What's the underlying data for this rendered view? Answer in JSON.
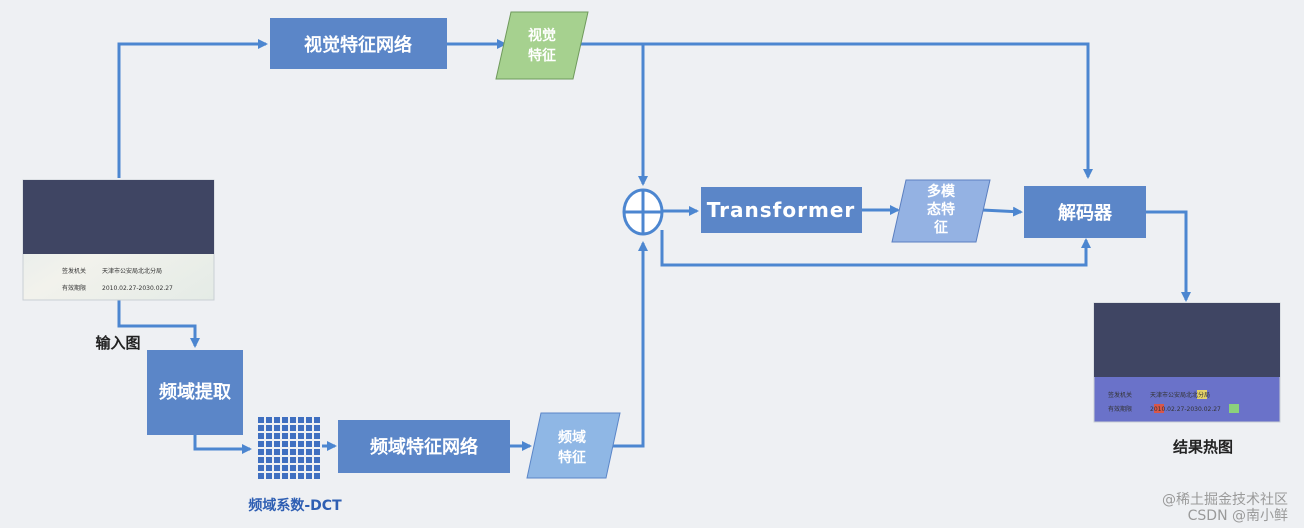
{
  "nodes": {
    "visual_net": "视觉特征网络",
    "visual_feat": [
      "视觉",
      "特征"
    ],
    "transformer": "Transformer",
    "multimodal_feat": [
      "多模",
      "态特",
      "征"
    ],
    "decoder": "解码器",
    "freq_extract": "频域提取",
    "freq_net": "频域特征网络",
    "freq_feat": [
      "频域",
      "特征"
    ]
  },
  "labels": {
    "input_image": "输入图",
    "dct": "频域系数-DCT",
    "result_heatmap": "结果热图"
  },
  "id_card": {
    "row1_label": "签发机关",
    "row1_value": "天津市公安局北北分局",
    "row2_label": "有效期限",
    "row2_value": "2010.02.27-2030.02.27"
  },
  "heatmap_card": {
    "row1_label": "签发机关",
    "row1_value": "天津市公安局北北分局",
    "row2_label": "有效期限",
    "row2_value": "2010.02.27-2030.02.27"
  },
  "watermark": {
    "line1": "@稀土掘金技术社区",
    "line2": "CSDN @南小鲜"
  },
  "colors": {
    "box": "#5b86c8",
    "visual_para": "#a6d18f",
    "freq_para": "#8fb7e5",
    "multi_para": "#94b2e3",
    "arrow": "#4c86d0",
    "card_dark": "#3f4563",
    "heatmap_bg": "#6a72c9"
  }
}
